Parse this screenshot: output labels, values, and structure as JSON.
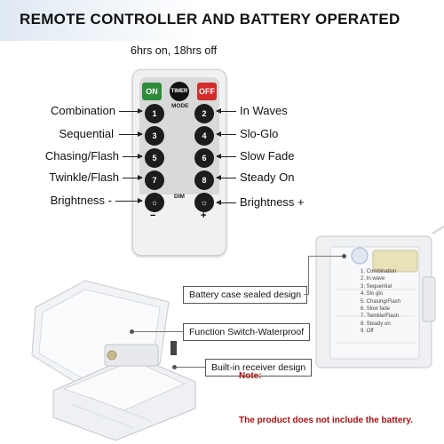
{
  "banner": {
    "title": "REMOTE CONTROLLER AND BATTERY OPERATED"
  },
  "timer_note": "6hrs on, 18hrs off",
  "remote": {
    "on": "ON",
    "timer": "TIMER",
    "off": "OFF",
    "mode": "MODE",
    "dim": "DIM",
    "buttons": [
      "1",
      "2",
      "3",
      "4",
      "5",
      "6",
      "7",
      "8"
    ],
    "minus": "−",
    "plus": "+"
  },
  "modes_left": [
    "Combination",
    "Sequential",
    "Chasing/Flash",
    "Twinkle/Flash",
    "Brightness -"
  ],
  "modes_right": [
    "In Waves",
    "Slo-Glo",
    "Slow Fade",
    "Steady On",
    "Brightness +"
  ],
  "callouts": {
    "sealed": "Battery case sealed design",
    "switch": "Function Switch-Waterproof",
    "receiver": "Built-in receiver design"
  },
  "case_sticker": [
    "1. Combination",
    "2. In wave",
    "3. Sequential",
    "4. Slo glo",
    "5. Chasing/Flash",
    "6. Slow fade",
    "7. Twinkle/Flash",
    "8. Steady on",
    "9. Off"
  ],
  "note": {
    "title": "Note:",
    "text": "The product does not include the battery."
  },
  "colors": {
    "on": "#2e8b3a",
    "timer": "#111111",
    "off": "#d42b2b",
    "note": "#aa1111"
  }
}
